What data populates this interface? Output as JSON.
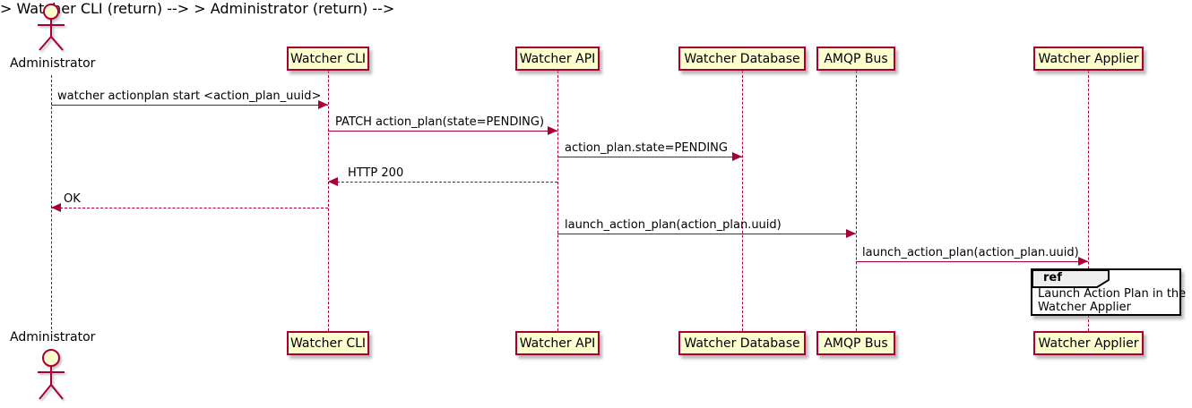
{
  "diagram_type": "sequence",
  "colors": {
    "participant_fill": "#FEFECE",
    "participant_border": "#A80036",
    "lifeline": "#A80036",
    "arrow": "#A80036",
    "message_text": "#000000",
    "ref_border": "#000000",
    "ref_header_fill": "#EEEEEE",
    "ref_fill": "#FFFFFF"
  },
  "actor": {
    "name": "Administrator"
  },
  "participants": [
    {
      "name": "Watcher CLI"
    },
    {
      "name": "Watcher API"
    },
    {
      "name": "Watcher Database"
    },
    {
      "name": "AMQP Bus"
    },
    {
      "name": "Watcher Applier"
    }
  ],
  "messages": [
    {
      "label": "watcher actionplan start <action_plan_uuid>",
      "from": "Administrator",
      "to": "Watcher CLI",
      "line": "solid"
    },
    {
      "label": "PATCH action_plan(state=PENDING)",
      "from": "Watcher CLI",
      "to": "Watcher API",
      "line": "solid"
    },
    {
      "label": "action_plan.state=PENDING",
      "from": "Watcher API",
      "to": "Watcher Database",
      "line": "solid"
    },
    {
      "label": "HTTP 200",
      "from": "Watcher API",
      "to": "Watcher CLI",
      "line": "dashed"
    },
    {
      "label": "OK",
      "from": "Watcher CLI",
      "to": "Administrator",
      "line": "dashed"
    },
    {
      "label": "launch_action_plan(action_plan.uuid)",
      "from": "Watcher API",
      "to": "AMQP Bus",
      "line": "solid"
    },
    {
      "label": "launch_action_plan(action_plan.uuid)",
      "from": "AMQP Bus",
      "to": "Watcher Applier",
      "line": "solid"
    }
  ],
  "ref": {
    "keyword": "ref",
    "lines": [
      "Launch Action Plan in the",
      "Watcher Applier"
    ]
  }
}
